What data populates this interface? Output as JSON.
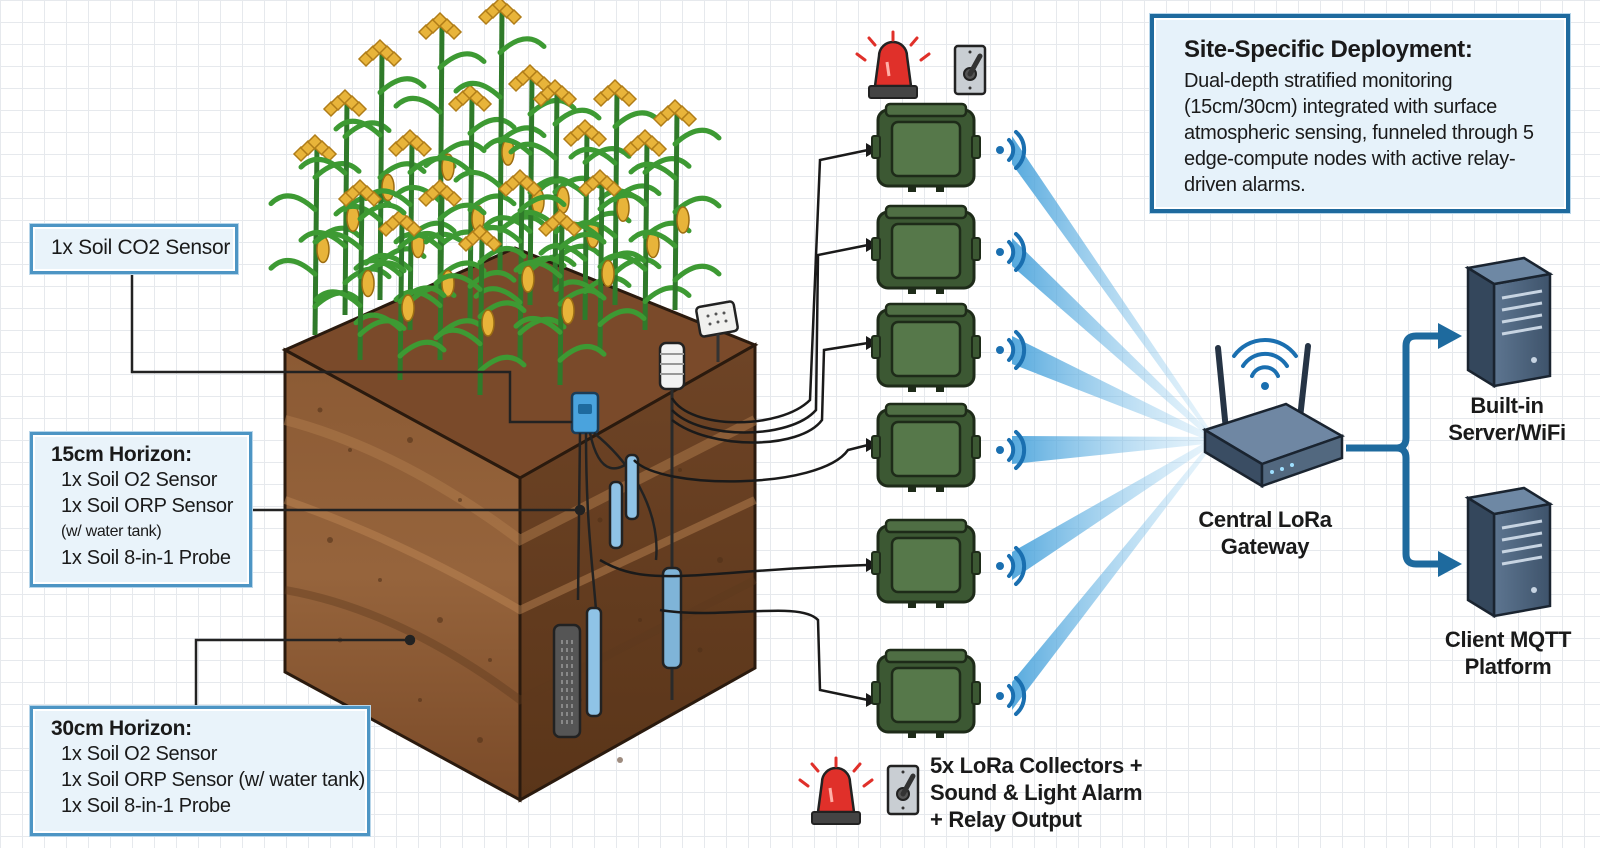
{
  "soil_co2": {
    "label": "1x Soil CO2 Sensor"
  },
  "horizon_15": {
    "title": "15cm Horizon:",
    "items": [
      "1x Soil O2 Sensor",
      "1x Soil ORP Sensor",
      "(w/ water tank)",
      "1x Soil 8-in-1 Probe"
    ]
  },
  "horizon_30": {
    "title": "30cm Horizon:",
    "items": [
      "1x Soil O2 Sensor",
      "1x Soil ORP Sensor (w/ water tank)",
      "1x Soil 8-in-1 Probe"
    ]
  },
  "deployment": {
    "title": "Site-Specific Deployment:",
    "body": "Dual-depth stratified monitoring (15cm/30cm) integrated with surface atmospheric sensing, funneled through 5 edge-compute nodes with active relay-driven alarms."
  },
  "collectors": {
    "lines": [
      "5x LoRa Collectors +",
      "Sound & Light Alarm",
      "+ Relay Output"
    ]
  },
  "gateway": {
    "lines": [
      "Central LoRa",
      "Gateway"
    ]
  },
  "server_builtin": {
    "lines": [
      "Built-in",
      "Server/WiFi"
    ]
  },
  "server_mqtt": {
    "lines": [
      "Client MQTT",
      "Platform"
    ]
  },
  "icons": {
    "alarm": "red-beacon-icon",
    "relay": "toggle-switch-icon",
    "collector": "lora-collector-enclosure-icon",
    "signal": "wireless-signal-icon",
    "gateway": "router-gateway-icon",
    "server": "server-tower-icon",
    "weather": "weather-station-icon"
  },
  "colors": {
    "soil_top": "#7a4a2a",
    "soil_front": "#8c5a34",
    "soil_side": "#6a4022",
    "accent_blue": "#1e6a9e",
    "box_border": "#4d95c4",
    "collector_green": "#4b6a3e",
    "alarm_red": "#e0302a"
  }
}
